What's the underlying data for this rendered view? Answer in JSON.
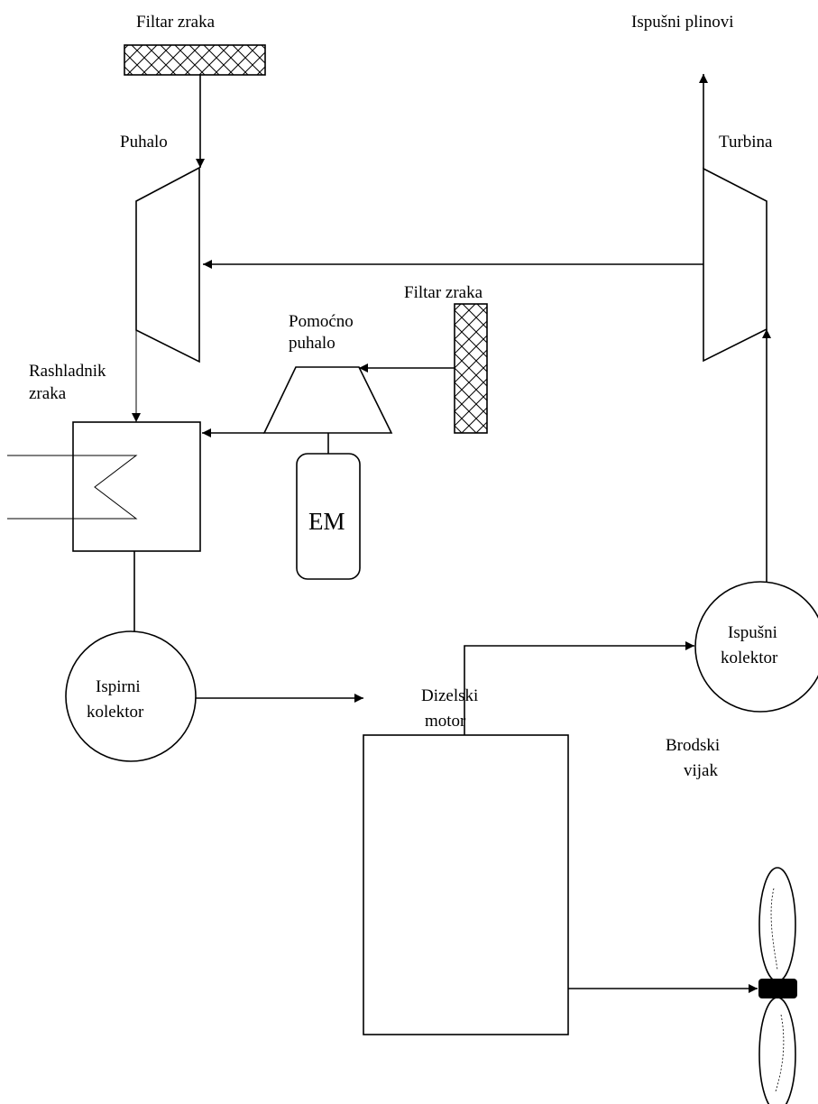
{
  "labels": {
    "filtar_zraka_top": "Filtar zraka",
    "ispusni_plinovi": "Ispušni plinovi",
    "puhalo": "Puhalo",
    "turbina": "Turbina",
    "filtar_zraka_side": "Filtar zraka",
    "pomocno_puhalo": [
      "Pomoćno",
      "puhalo"
    ],
    "rashladnik_zraka": [
      "Rashladnik",
      "zraka"
    ],
    "em": "EM",
    "ispusni_kolektor": [
      "Ispušni",
      "kolektor"
    ],
    "ispirni_kolektor": [
      "Ispirni",
      "kolektor"
    ],
    "dizelski_motor": [
      "Dizelski",
      "motor"
    ],
    "brodski_vijak": [
      "Brodski",
      "vijak"
    ]
  }
}
